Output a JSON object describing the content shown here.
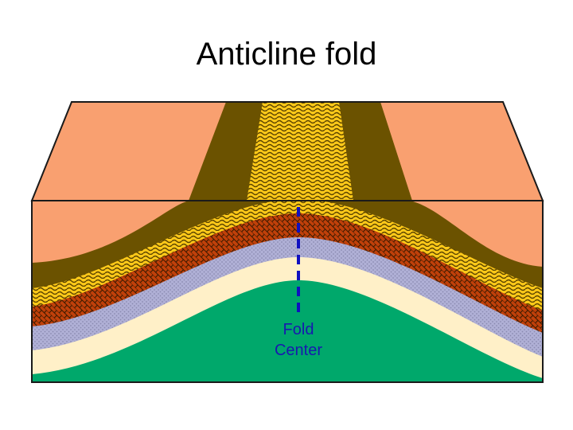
{
  "title": "Anticline fold",
  "fold_label": {
    "line1": "Fold",
    "line2": "Center"
  },
  "colors": {
    "outer_layer": "#f9a070",
    "dark_band": "#6b5200",
    "yellow_layer": "#ffc919",
    "yellow_pattern": "#5a4500",
    "brick_layer": "#c0400a",
    "brick_pattern": "#3a1a00",
    "lavender_layer": "#b0b0d6",
    "lavender_dots": "#8a8ab0",
    "cream_layer": "#fff0c8",
    "core": "#00a86b",
    "fold_line": "#1010c0",
    "label": "#1818b0",
    "outline": "#1a1a1a"
  }
}
